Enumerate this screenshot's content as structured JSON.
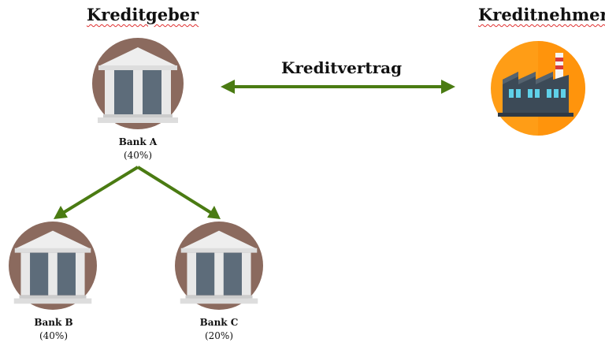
{
  "headings": {
    "lender": "Kreditgeber",
    "borrower": "Kreditnehmer"
  },
  "contract": {
    "label": "Kreditvertrag"
  },
  "banks": [
    {
      "name": "Bank A",
      "share": "(40%)"
    },
    {
      "name": "Bank B",
      "share": "(40%)"
    },
    {
      "name": "Bank C",
      "share": "(20%)"
    }
  ],
  "colors": {
    "arrow": "#4a7b12",
    "bank_circle": "#8b6a5e",
    "factory_circle": "#ff9d16",
    "underline": "#e03030"
  },
  "icons": {
    "bank": "bank-building-icon",
    "borrower": "factory-icon"
  }
}
